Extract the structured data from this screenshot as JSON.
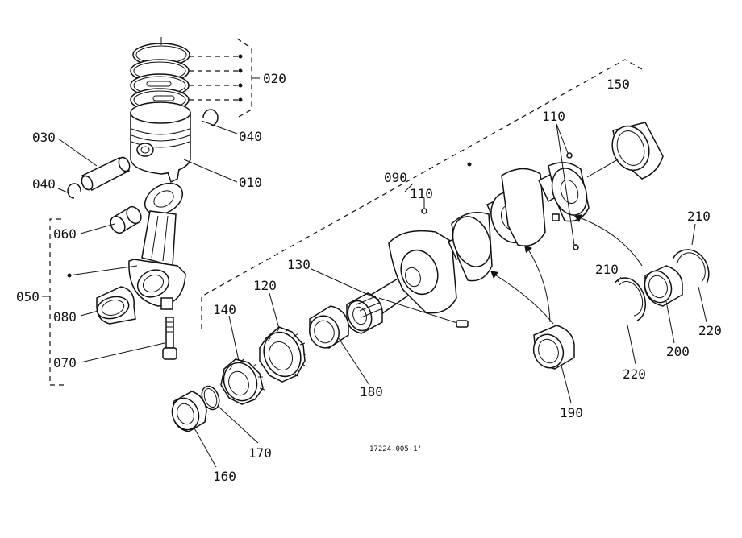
{
  "diagram": {
    "code": "17224-005-1'",
    "callouts": [
      {
        "id": "p020",
        "label": "020"
      },
      {
        "id": "p040a",
        "label": "040"
      },
      {
        "id": "p030",
        "label": "030"
      },
      {
        "id": "p010",
        "label": "010"
      },
      {
        "id": "p040b",
        "label": "040"
      },
      {
        "id": "p060",
        "label": "060"
      },
      {
        "id": "p050",
        "label": "050"
      },
      {
        "id": "p080",
        "label": "080"
      },
      {
        "id": "p070",
        "label": "070"
      },
      {
        "id": "p090",
        "label": "090"
      },
      {
        "id": "p110a",
        "label": "110"
      },
      {
        "id": "p110b",
        "label": "110"
      },
      {
        "id": "p150",
        "label": "150"
      },
      {
        "id": "p130",
        "label": "130"
      },
      {
        "id": "p120",
        "label": "120"
      },
      {
        "id": "p140",
        "label": "140"
      },
      {
        "id": "p180",
        "label": "180"
      },
      {
        "id": "p170",
        "label": "170"
      },
      {
        "id": "p160",
        "label": "160"
      },
      {
        "id": "p190",
        "label": "190"
      },
      {
        "id": "p210a",
        "label": "210"
      },
      {
        "id": "p210b",
        "label": "210"
      },
      {
        "id": "p220a",
        "label": "220"
      },
      {
        "id": "p220b",
        "label": "220"
      },
      {
        "id": "p200",
        "label": "200"
      }
    ]
  }
}
